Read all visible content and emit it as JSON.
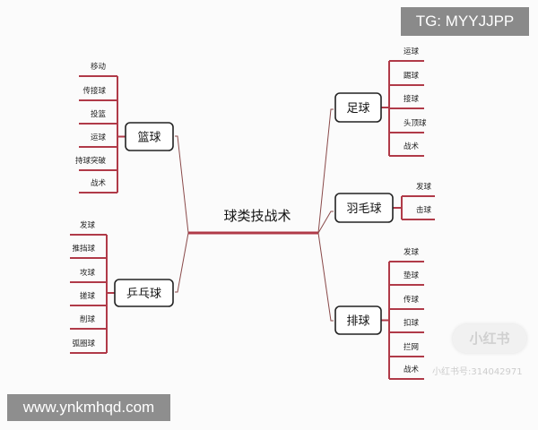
{
  "root": "球类技战术",
  "branches": {
    "basketball": {
      "label": "篮球",
      "items": [
        "移动",
        "传接球",
        "投篮",
        "运球",
        "持球突破",
        "战术"
      ]
    },
    "pingpong": {
      "label": "乒乓球",
      "items": [
        "发球",
        "推挡球",
        "攻球",
        "搓球",
        "削球",
        "弧圈球"
      ]
    },
    "football": {
      "label": "足球",
      "items": [
        "运球",
        "踢球",
        "接球",
        "头顶球",
        "战术"
      ]
    },
    "badminton": {
      "label": "羽毛球",
      "items": [
        "发球",
        "击球"
      ]
    },
    "volleyball": {
      "label": "排球",
      "items": [
        "发球",
        "垫球",
        "传球",
        "扣球",
        "拦网",
        "战术"
      ]
    }
  },
  "overlays": {
    "tg": "TG: MYYJJPP",
    "site": "www.ynkmhqd.com",
    "xhs_logo": "小红书",
    "xhs_id": "小红书号:314042971"
  },
  "colors": {
    "branch_line": "#b03a48",
    "connector": "#8a4a4a",
    "box_border": "#222222"
  }
}
